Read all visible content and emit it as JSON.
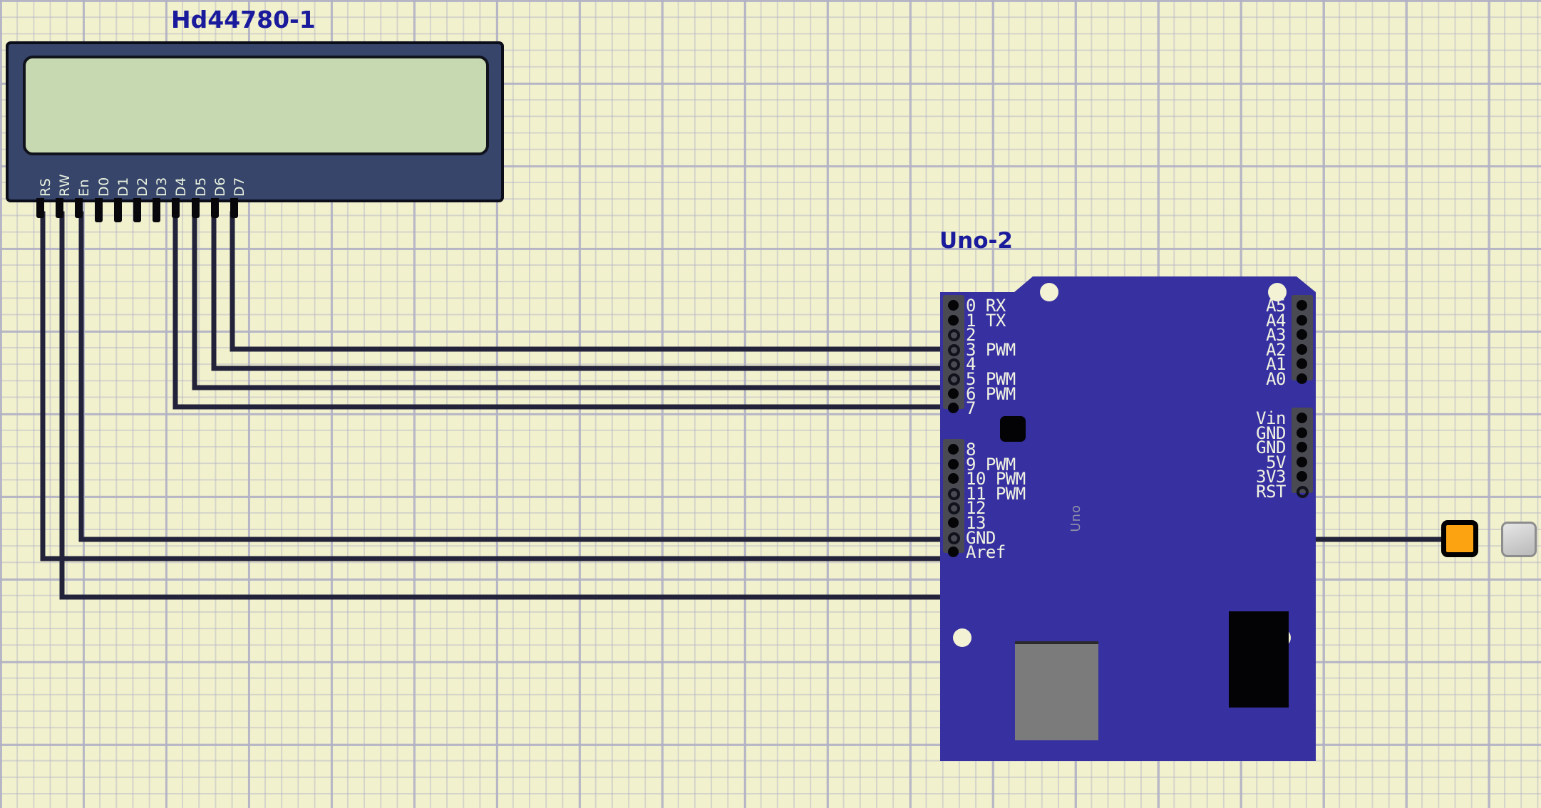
{
  "canvas": {
    "bg_color": "#f2f1ce",
    "grid_color": "#b0b0c4"
  },
  "components": {
    "lcd": {
      "title": "Hd44780-1",
      "body_color": "#37456a",
      "screen_color": "#c7d9b1",
      "pins": [
        {
          "label": "RS",
          "connected": true
        },
        {
          "label": "RW",
          "connected": true
        },
        {
          "label": "En",
          "connected": true
        },
        {
          "label": "D0",
          "connected": false
        },
        {
          "label": "D1",
          "connected": false
        },
        {
          "label": "D2",
          "connected": false
        },
        {
          "label": "D3",
          "connected": false
        },
        {
          "label": "D4",
          "connected": true
        },
        {
          "label": "D5",
          "connected": true
        },
        {
          "label": "D6",
          "connected": true
        },
        {
          "label": "D7",
          "connected": true
        }
      ]
    },
    "uno": {
      "title": "Uno-2",
      "silk_label": "Uno",
      "board_color": "#3730a0",
      "left_pins_top": [
        {
          "label": "0  RX",
          "connected": false
        },
        {
          "label": "1  TX",
          "connected": false
        },
        {
          "label": "2",
          "connected": true
        },
        {
          "label": "3  PWM",
          "connected": true
        },
        {
          "label": "4",
          "connected": true
        },
        {
          "label": "5  PWM",
          "connected": true
        },
        {
          "label": "6  PWM",
          "connected": false
        },
        {
          "label": "7",
          "connected": false
        }
      ],
      "left_pins_bottom": [
        {
          "label": "8",
          "connected": false
        },
        {
          "label": "9  PWM",
          "connected": false
        },
        {
          "label": "10  PWM",
          "connected": false
        },
        {
          "label": "11  PWM",
          "connected": true
        },
        {
          "label": "12",
          "connected": true
        },
        {
          "label": "13",
          "connected": false
        },
        {
          "label": "GND",
          "connected": true
        },
        {
          "label": "Aref",
          "connected": false
        }
      ],
      "right_pins_top": [
        {
          "label": "A5",
          "connected": false
        },
        {
          "label": "A4",
          "connected": false
        },
        {
          "label": "A3",
          "connected": false
        },
        {
          "label": "A2",
          "connected": false
        },
        {
          "label": "A1",
          "connected": false
        },
        {
          "label": "A0",
          "connected": false
        }
      ],
      "right_pins_bottom": [
        {
          "label": "Vin",
          "connected": false
        },
        {
          "label": "GND",
          "connected": false
        },
        {
          "label": "GND",
          "connected": false
        },
        {
          "label": "5V",
          "connected": false
        },
        {
          "label": "3V3",
          "connected": false
        },
        {
          "label": "RST",
          "connected": true
        }
      ]
    },
    "orange_part": {
      "color": "#fba311"
    },
    "gray_part": {
      "color": "#d2d2d2"
    }
  },
  "wires": {
    "color": "#22223a",
    "connections": [
      {
        "from": "Hd44780-1.D7",
        "to": "Uno-2.2"
      },
      {
        "from": "Hd44780-1.D6",
        "to": "Uno-2.3"
      },
      {
        "from": "Hd44780-1.D5",
        "to": "Uno-2.4"
      },
      {
        "from": "Hd44780-1.D4",
        "to": "Uno-2.5"
      },
      {
        "from": "Hd44780-1.En",
        "to": "Uno-2.11"
      },
      {
        "from": "Hd44780-1.RS",
        "to": "Uno-2.12"
      },
      {
        "from": "Hd44780-1.RW",
        "to": "Uno-2.GND"
      },
      {
        "from": "Uno-2.RST",
        "to": "orange_part"
      }
    ]
  }
}
